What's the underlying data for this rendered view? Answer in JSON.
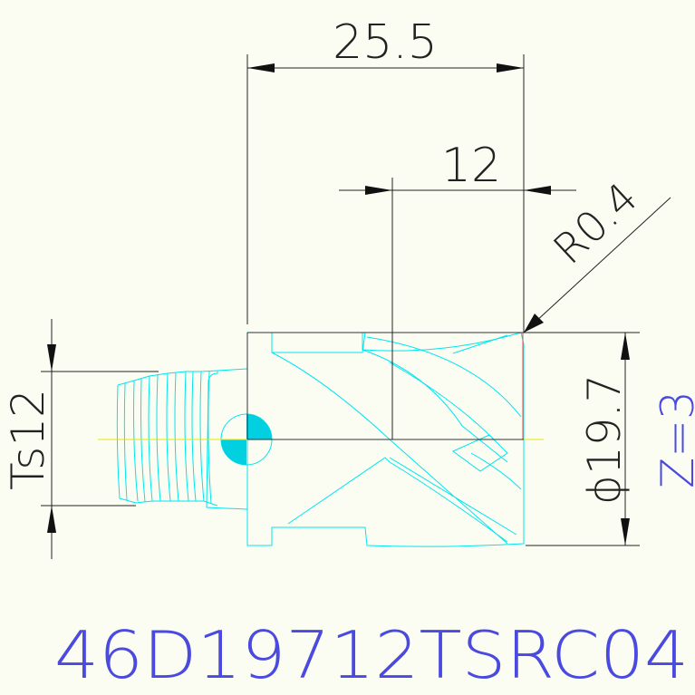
{
  "dimensions": {
    "overall_length": "25.5",
    "head_length": "12",
    "corner_radius": "R0.4",
    "diameter": "ϕ19.7",
    "thread": "Ts12"
  },
  "part_number": "46D19712TSRC04",
  "flutes_label": "Z=3",
  "colors": {
    "background": "#fbfdf3",
    "dimension_lines": "#222222",
    "tool_outline": "#00e5ee",
    "flank_box": "#e05050",
    "centerline": "#e6e600",
    "annotation_text": "#4a4ae0"
  }
}
